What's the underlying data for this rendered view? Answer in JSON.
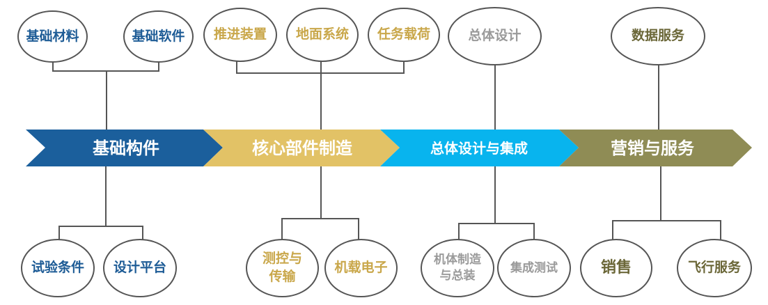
{
  "colors": {
    "stage1": "#1b5f9c",
    "stage2": "#e2c266",
    "stage3": "#08b4ee",
    "stage4": "#8f8c55",
    "line": "#555555"
  },
  "stages": [
    {
      "label": "基础构件"
    },
    {
      "label": "核心部件制造"
    },
    {
      "label": "总体设计与集成"
    },
    {
      "label": "营销与服务"
    }
  ],
  "top_ovals": {
    "basic_materials": "基础材料",
    "basic_software": "基础软件",
    "propulsion": "推进装置",
    "ground_system": "地面系统",
    "payload": "任务载荷",
    "overall_design": "总体设计",
    "data_service": "数据服务"
  },
  "bottom_ovals": {
    "test_conditions": "试验条件",
    "design_platform": "设计平台",
    "telemetry_line1": "测控与",
    "telemetry_line2": "传输",
    "avionics": "机载电子",
    "airframe_line1": "机体制造",
    "airframe_line2": "与总装",
    "integration_test": "集成测试",
    "sales": "销售",
    "flight_service": "飞行服务"
  }
}
